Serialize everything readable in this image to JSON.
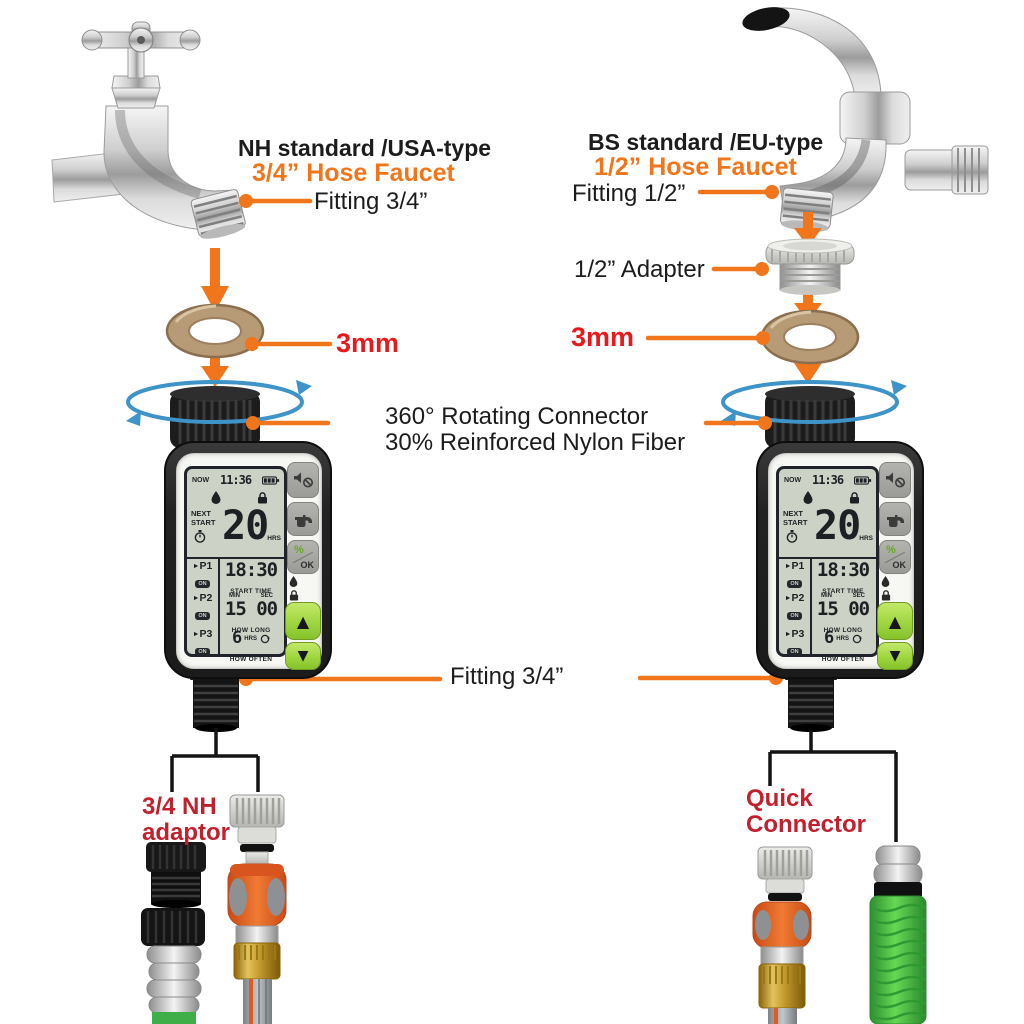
{
  "colors": {
    "accent_orange": "#F0751B",
    "callout_red": "#E8191C",
    "label_red": "#C2202C",
    "rotation_blue": "#3E93C9",
    "lcd_background": "#CCD3C6",
    "button_green": "#9FD63F",
    "washer_tan": "#B79A76"
  },
  "left_column": {
    "standard": "NH standard /USA-type",
    "faucet": "3/4” Hose Faucet",
    "fitting": "Fitting 3/4”",
    "washer_thickness": "3mm",
    "adaptor_label_line1": "3/4 NH",
    "adaptor_label_line2": "adaptor"
  },
  "right_column": {
    "standard": "BS standard /EU-type",
    "faucet": "1/2” Hose Faucet",
    "fitting": "Fitting 1/2”",
    "adapter": "1/2” Adapter",
    "washer_thickness": "3mm",
    "connector_label_line1": "Quick",
    "connector_label_line2": "Connector"
  },
  "center": {
    "rotating_line1": "360° Rotating Connector",
    "rotating_line2": "30% Reinforced Nylon Fiber",
    "outlet_fitting": "Fitting 3/4”"
  },
  "timer": {
    "now_label": "NOW",
    "now_time": "11:36",
    "next_label_line1": "NEXT",
    "next_label_line2": "START",
    "next_value": "20",
    "next_unit": "HRS",
    "p_arrow": "►",
    "p1": {
      "name": "P1",
      "badge": "ON",
      "value": "18:30",
      "caption": "START TIME"
    },
    "p2": {
      "name": "P2",
      "badge": "ON",
      "min_label": "MIN",
      "sec_label": "SEC",
      "value": "15 00",
      "caption": "HOW LONG"
    },
    "p3": {
      "name": "P3",
      "badge": "ON",
      "value": "6",
      "unit": "HRS",
      "caption": "HOW OFTEN"
    },
    "percent_label": "%",
    "ok_label": "OK",
    "up_glyph": "▲",
    "down_glyph": "▼"
  }
}
